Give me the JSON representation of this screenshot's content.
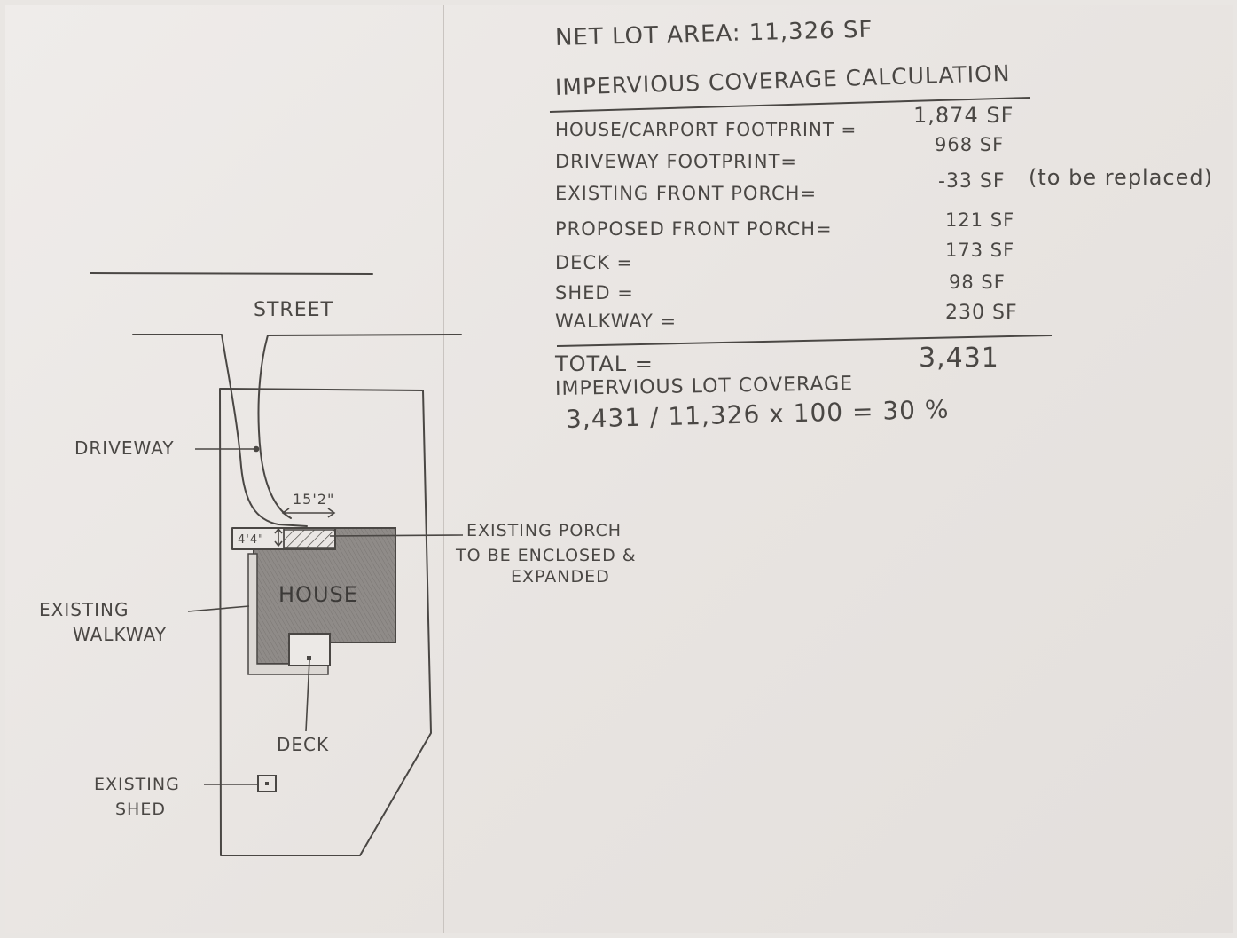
{
  "net_lot_area": "NET LOT AREA: 11,326 SF",
  "calc": {
    "title": "IMPERVIOUS COVERAGE CALCULATION",
    "rows": [
      {
        "label": "HOUSE/CARPORT FOOTPRINT =",
        "value": "1,874 SF"
      },
      {
        "label": "DRIVEWAY FOOTPRINT=",
        "value": "968 SF"
      },
      {
        "label": "EXISTING FRONT PORCH=",
        "value": "-33 SF",
        "note": "(to be replaced)"
      },
      {
        "label": "PROPOSED FRONT PORCH=",
        "value": "121 SF"
      },
      {
        "label": "DECK =",
        "value": "173 SF"
      },
      {
        "label": "SHED =",
        "value": "98 SF"
      },
      {
        "label": "WALKWAY =",
        "value": "230 SF"
      }
    ],
    "total_label": "TOTAL =",
    "total_value": "3,431",
    "coverage_label": "IMPERVIOUS LOT COVERAGE",
    "coverage_formula": "3,431 / 11,326 x 100 = 30 %"
  },
  "site_plan": {
    "street": "STREET",
    "driveway": "DRIVEWAY",
    "existing_walkway": [
      "EXISTING",
      "WALKWAY"
    ],
    "house": "HOUSE",
    "deck": "DECK",
    "existing_shed": [
      "EXISTING",
      "SHED"
    ],
    "porch_note": [
      "EXISTING PORCH",
      "TO BE ENCLOSED &",
      "EXPANDED"
    ],
    "dim_width": "15'2\"",
    "dim_depth": "4'4\""
  },
  "colors": {
    "ink": "#4a4744",
    "paper": "#ece9e6",
    "house_fill": "#8f8b88"
  }
}
